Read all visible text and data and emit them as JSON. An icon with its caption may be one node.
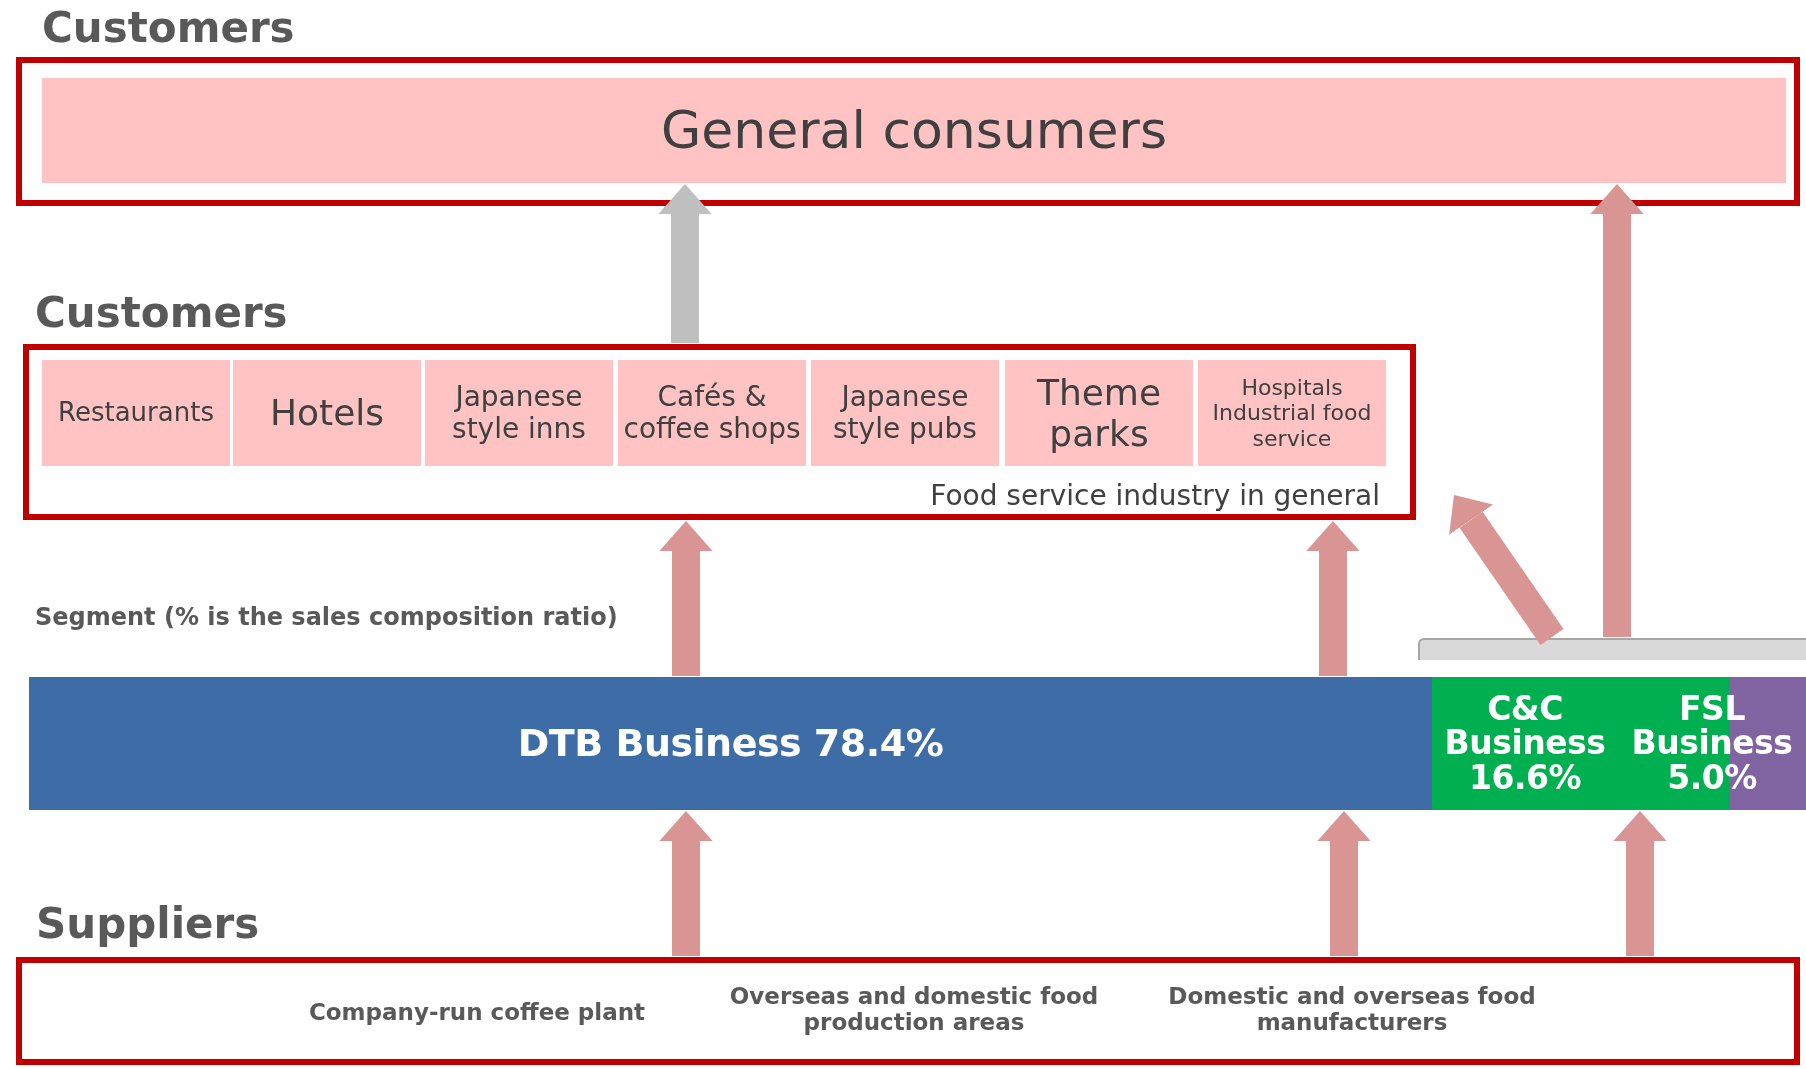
{
  "diagram": {
    "nodes": [
      {
        "text": [
          "Customers"
        ]
      },
      {
        "text": [
          "General consumers"
        ],
        "in": 0
      },
      {
        "text": [
          "Customers",
          "Food service industry in general"
        ]
      },
      {
        "text": [
          "Restaurants"
        ],
        "in": 2
      },
      {
        "text": [
          "Hotels"
        ],
        "in": 2
      },
      {
        "text": [
          "Japanese style inns"
        ],
        "in": 2
      },
      {
        "text": [
          "Cafés & coffee shops"
        ],
        "in": 2
      },
      {
        "text": [
          "Japanese style pubs"
        ],
        "in": 2
      },
      {
        "text": [
          "Theme parks"
        ],
        "in": 2
      },
      {
        "text": [
          "Hospitals Industrial food service"
        ],
        "in": 2
      },
      {
        "text": [
          "DTB Business 78.4%"
        ]
      },
      {
        "text": [
          "C&C Business 16.6%"
        ]
      },
      {
        "text": [
          "FSL Business 5.0%"
        ]
      },
      {
        "text": [],
        "shape": "bar"
      },
      {
        "text": [
          "Suppliers",
          "Company-run coffee plant",
          "Overseas and domestic food production areas",
          "Domestic and overseas food manufacturers"
        ]
      }
    ],
    "edges": [
      {
        "from": 2,
        "to": 1,
        "arrow": "to",
        "color": "#bfbfbf"
      },
      {
        "from": 10,
        "to": 2,
        "arrow": "to"
      },
      {
        "from": 10,
        "to": 2,
        "arrow": "to"
      },
      {
        "from": 13,
        "to": 2,
        "arrow": "to"
      },
      {
        "from": 13,
        "to": 1,
        "arrow": "to"
      },
      {
        "from": 14,
        "to": 10,
        "arrow": "to"
      },
      {
        "from": 14,
        "to": 10,
        "arrow": "to"
      },
      {
        "from": 14,
        "to": 12,
        "arrow": "to"
      }
    ],
    "labels": [
      "Segment (% is the sales composition ratio)"
    ]
  }
}
